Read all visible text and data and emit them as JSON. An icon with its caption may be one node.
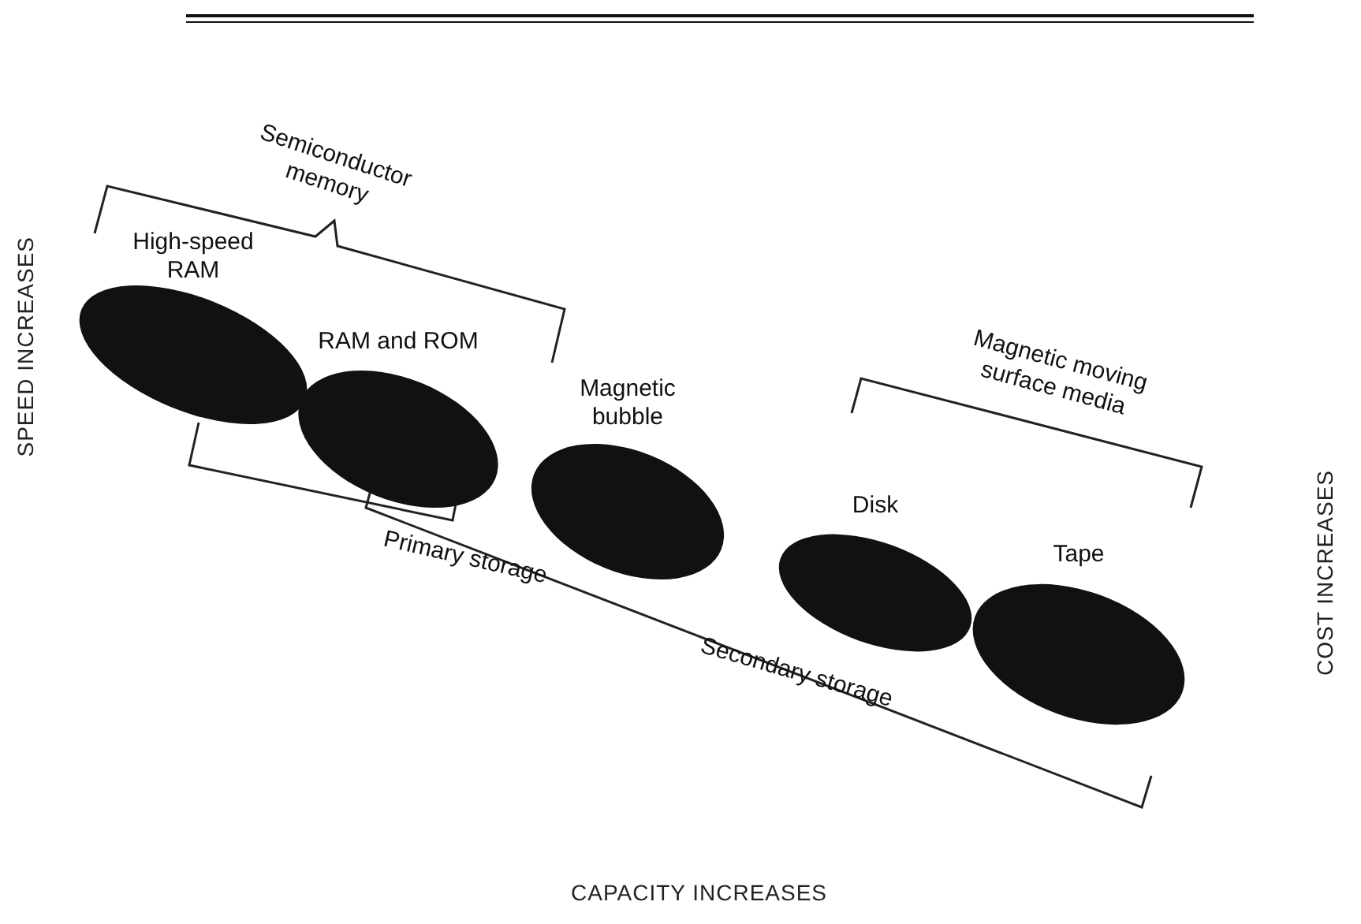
{
  "diagram": {
    "nodes": [
      {
        "text": [
          "High-speed RAM"
        ]
      },
      {
        "text": [
          "RAM and ROM"
        ]
      },
      {
        "text": [
          "Magnetic bubble"
        ]
      },
      {
        "text": [
          "Disk"
        ]
      },
      {
        "text": [
          "Tape"
        ]
      }
    ],
    "labels": [
      "Semiconductor memory",
      "Magnetic moving surface media",
      "Primary storage",
      "Secondary storage",
      "SPEED INCREASES",
      "COST INCREASES",
      "CAPACITY INCREASES"
    ]
  }
}
